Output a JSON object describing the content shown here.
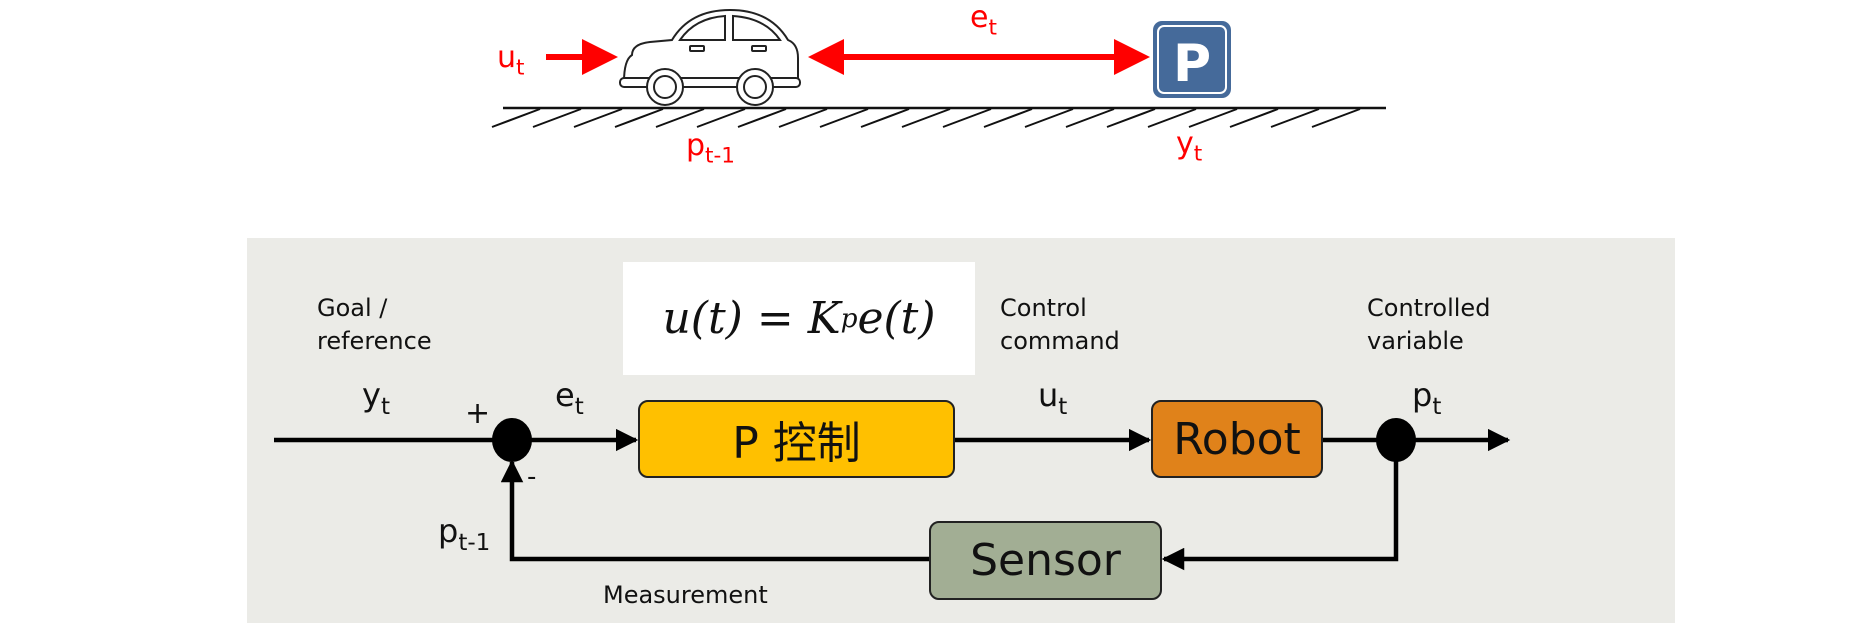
{
  "scene": {
    "input_label": {
      "base": "u",
      "sub": "t"
    },
    "error_label": {
      "base": "e",
      "sub": "t"
    },
    "position_label": {
      "base": "p",
      "sub": "t-1"
    },
    "target_label": {
      "base": "y",
      "sub": "t"
    },
    "parking_sign_letter": "P",
    "colors": {
      "annotation": "#ff0000",
      "parking_sign": "#456a9a"
    }
  },
  "block_diagram": {
    "formula": {
      "lhs": "u(t)",
      "eq": "=",
      "K": "K",
      "K_sub": "p",
      "rhs": "e(t)"
    },
    "labels": {
      "goal_line1": "Goal /",
      "goal_line2": "reference",
      "control_line1": "Control",
      "control_line2": "command",
      "controlled_line1": "Controlled",
      "controlled_line2": "variable",
      "measurement": "Measurement"
    },
    "signals": {
      "reference": {
        "base": "y",
        "sub": "t"
      },
      "error": {
        "base": "e",
        "sub": "t"
      },
      "command": {
        "base": "u",
        "sub": "t"
      },
      "output": {
        "base": "p",
        "sub": "t"
      },
      "feedback": {
        "base": "p",
        "sub": "t-1"
      },
      "plus": "+",
      "minus": "-"
    },
    "blocks": {
      "controller": {
        "label": "P 控制",
        "color": "#ffc000"
      },
      "plant": {
        "label": "Robot",
        "color": "#e0821a"
      },
      "sensor": {
        "label": "Sensor",
        "color": "#a2ae94"
      }
    },
    "panel_color": "#ebebe7"
  }
}
